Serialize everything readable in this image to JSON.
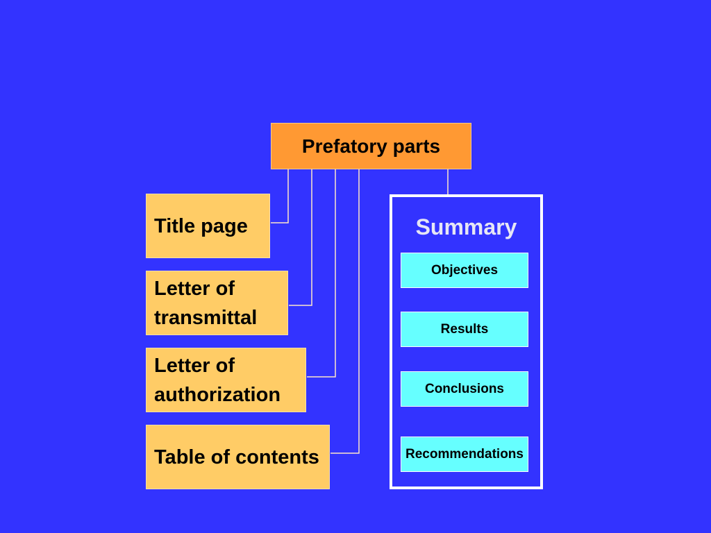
{
  "root": {
    "label": "Prefatory parts"
  },
  "parts": [
    {
      "label": "Title page"
    },
    {
      "label": "Letter of transmittal"
    },
    {
      "label": "Letter of authorization"
    },
    {
      "label": "Table of contents"
    }
  ],
  "summary": {
    "title": "Summary",
    "items": [
      {
        "label": "Objectives"
      },
      {
        "label": "Results"
      },
      {
        "label": "Conclusions"
      },
      {
        "label": "Recommendations"
      }
    ]
  },
  "colors": {
    "background": "#3333ff",
    "root_box": "#ff9933",
    "part_box": "#ffcc66",
    "summary_item": "#66ffff",
    "connector": "#ffffff"
  }
}
